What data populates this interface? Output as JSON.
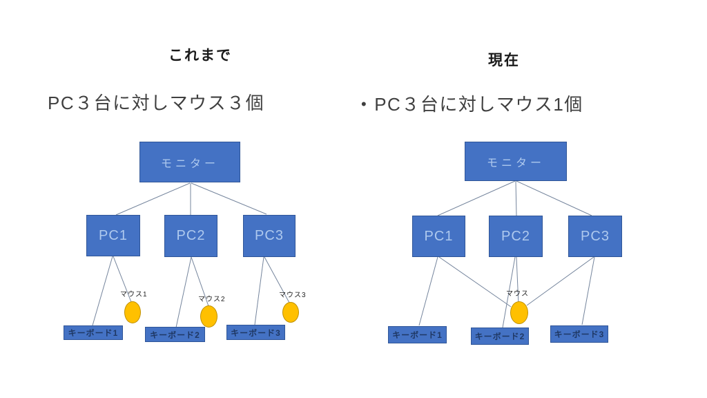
{
  "left_panel": {
    "title": "これまで",
    "description": "PC３台に対しマウス３個",
    "diagram": {
      "monitor_label": "モニター",
      "pc_labels": [
        "PC1",
        "PC2",
        "PC3"
      ],
      "keyboard_labels": [
        "キーボード1",
        "キーボード2",
        "キーボード3"
      ],
      "mouse_labels": [
        "マウス1",
        "マウス2",
        "マウス3"
      ]
    }
  },
  "right_panel": {
    "title": "現在",
    "bullet": "•",
    "description": "PC３台に対しマウス1個",
    "diagram": {
      "monitor_label": "モニター",
      "pc_labels": [
        "PC1",
        "PC2",
        "PC3"
      ],
      "keyboard_labels": [
        "キーボード1",
        "キーボード2",
        "キーボード3"
      ],
      "mouse_labels": [
        "マウス"
      ]
    }
  },
  "colors": {
    "node_fill": "#4472C4",
    "node_border": "#2F5597",
    "node_text_light": "#AEC9EE",
    "keyboard_text": "#1F3864",
    "mouse_fill": "#FFC000",
    "mouse_border": "#BF9000",
    "connector": "#74849C",
    "body_text": "#3F3F3F"
  }
}
